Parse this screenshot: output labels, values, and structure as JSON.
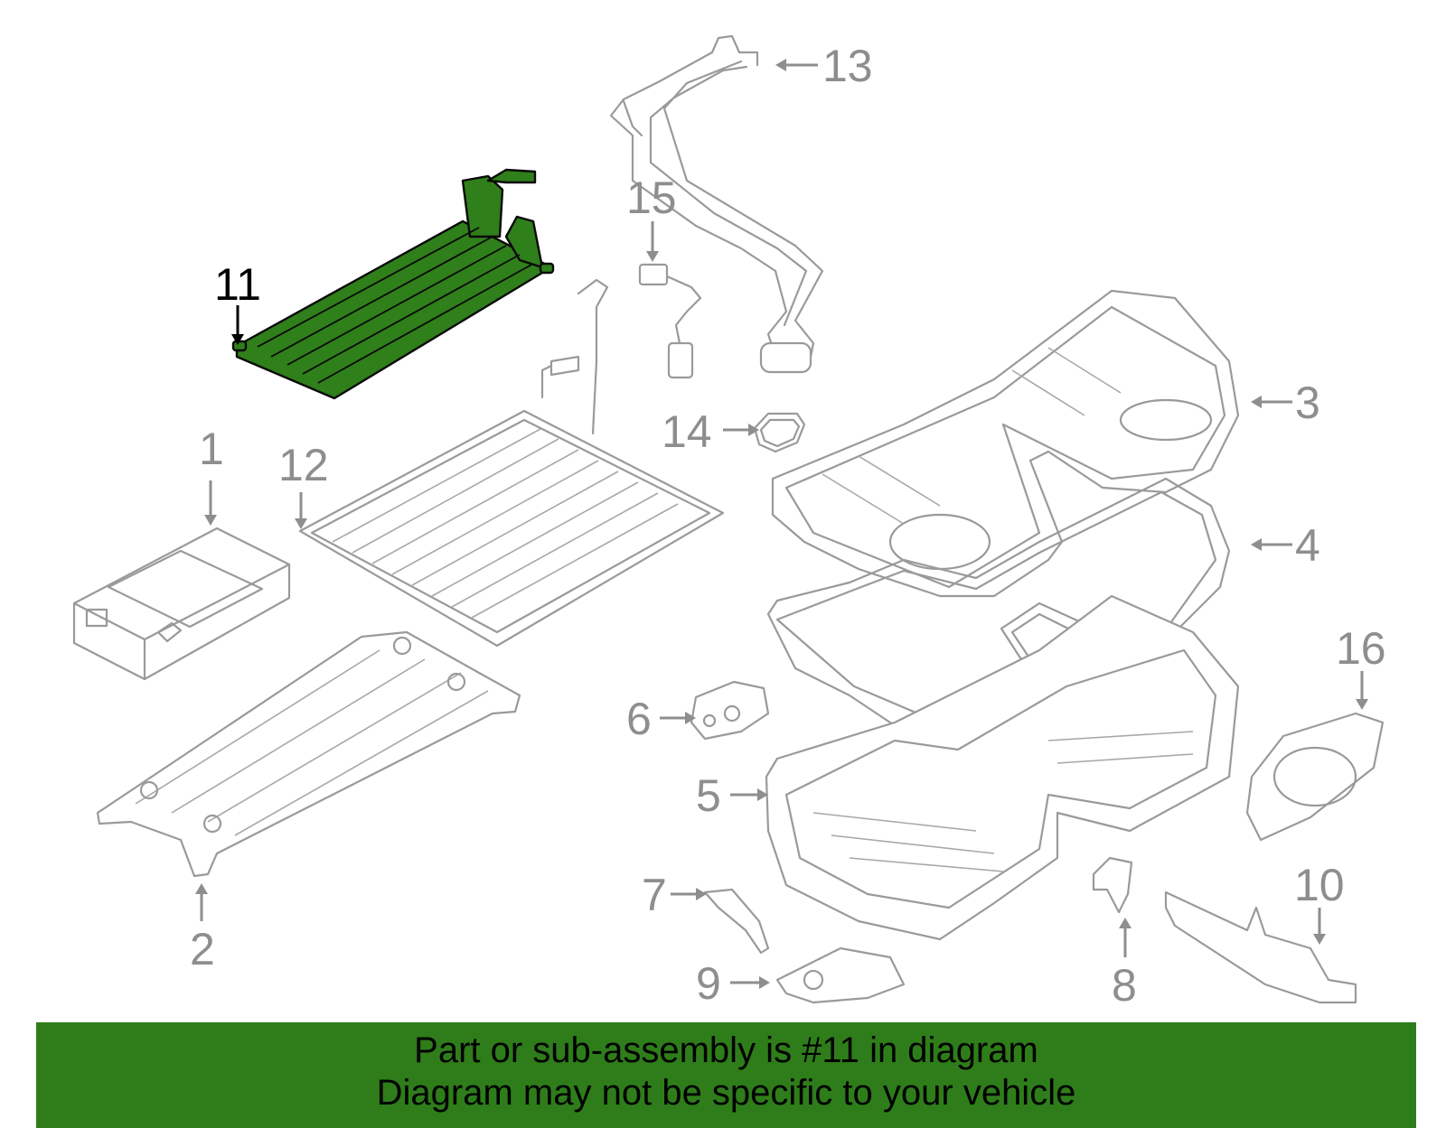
{
  "colors": {
    "highlight": "#2e7d1a",
    "part_outline": "#9a9a9a",
    "active_label": "#000000",
    "inactive_label": "#8e8e8e",
    "banner_bg": "#2e7d1a"
  },
  "highlighted_part": "11",
  "callouts": {
    "c1": "1",
    "c2": "2",
    "c3": "3",
    "c4": "4",
    "c5": "5",
    "c6": "6",
    "c7": "7",
    "c8": "8",
    "c9": "9",
    "c10": "10",
    "c11": "11",
    "c12": "12",
    "c13": "13",
    "c14": "14",
    "c15": "15",
    "c16": "16"
  },
  "banner": {
    "line1": "Part or sub-assembly is #11 in diagram",
    "line2": "Diagram may not be specific to your vehicle"
  }
}
